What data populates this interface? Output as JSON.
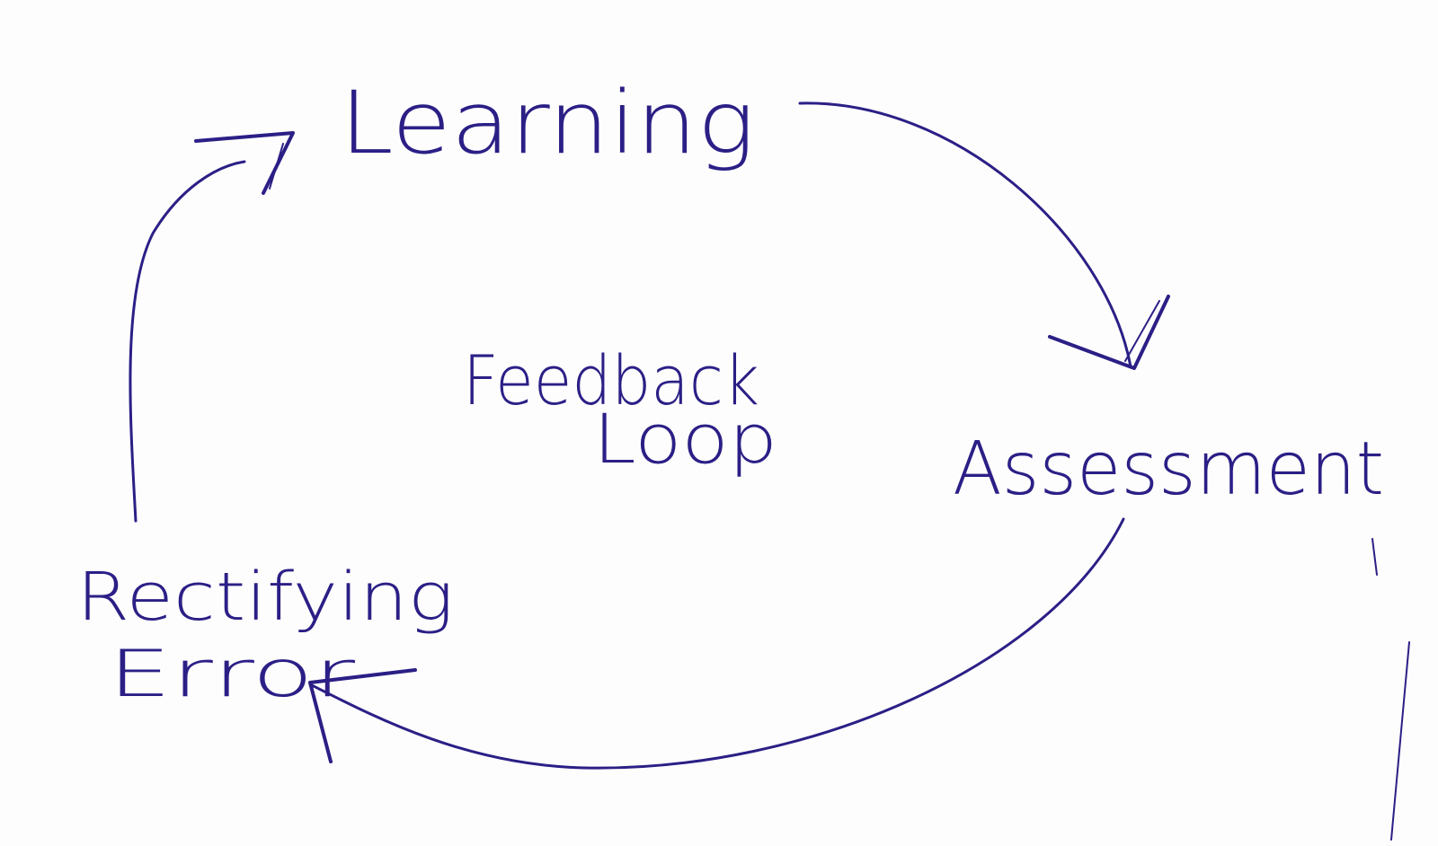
{
  "diagram": {
    "nodes": {
      "learning": "Learning",
      "assessment": "Assessment",
      "rectifying": "Rectifying",
      "error": "Error"
    },
    "center": {
      "line1": "Feedback",
      "line2": "Loop"
    },
    "edges": [
      {
        "from": "Learning",
        "to": "Assessment"
      },
      {
        "from": "Assessment",
        "to": "Rectifying Error"
      },
      {
        "from": "Rectifying Error",
        "to": "Learning"
      }
    ],
    "colors": {
      "ink": "#2b1f86",
      "paper": "#fdfdfd"
    }
  }
}
